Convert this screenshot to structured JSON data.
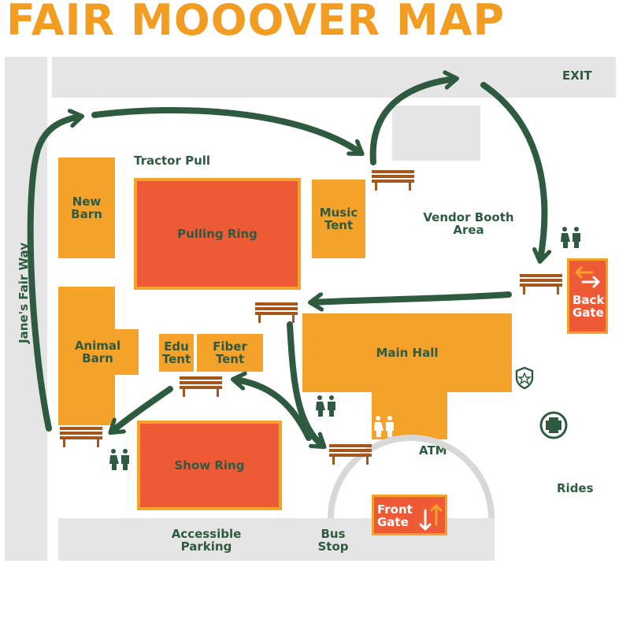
{
  "title": "FAIR MOOOVER MAP",
  "roads": {
    "exit_label": "EXIT",
    "side_road_label": "Jane's Fair Way"
  },
  "buildings": {
    "new_barn": "New\nBarn",
    "pulling_ring": "Pulling Ring",
    "music_tent": "Music\nTent",
    "animal_barn": "Animal\nBarn",
    "edu_tent": "Edu\nTent",
    "fiber_tent": "Fiber\nTent",
    "main_hall": "Main Hall",
    "show_ring": "Show Ring"
  },
  "areas": {
    "tractor_pull": "Tractor Pull",
    "vendor_booth": "Vendor Booth\nArea",
    "atm": "ATM",
    "rides": "Rides",
    "accessible_parking": "Accessible\nParking",
    "bus_stop": "Bus\nStop"
  },
  "gates": {
    "back_gate": "Back\nGate",
    "front_gate": "Front\nGate"
  },
  "icons": [
    "restroom-icon",
    "bench-icon",
    "police-badge-icon",
    "first-aid-icon",
    "route-arrow-icon",
    "gate-arrows-icon"
  ],
  "colors": {
    "title": "#f39c22",
    "building": "#f5a22b",
    "ring": "#ef5a36",
    "route": "#2e5a3f",
    "road": "#e5e5e5",
    "bench": "#a5561a"
  }
}
